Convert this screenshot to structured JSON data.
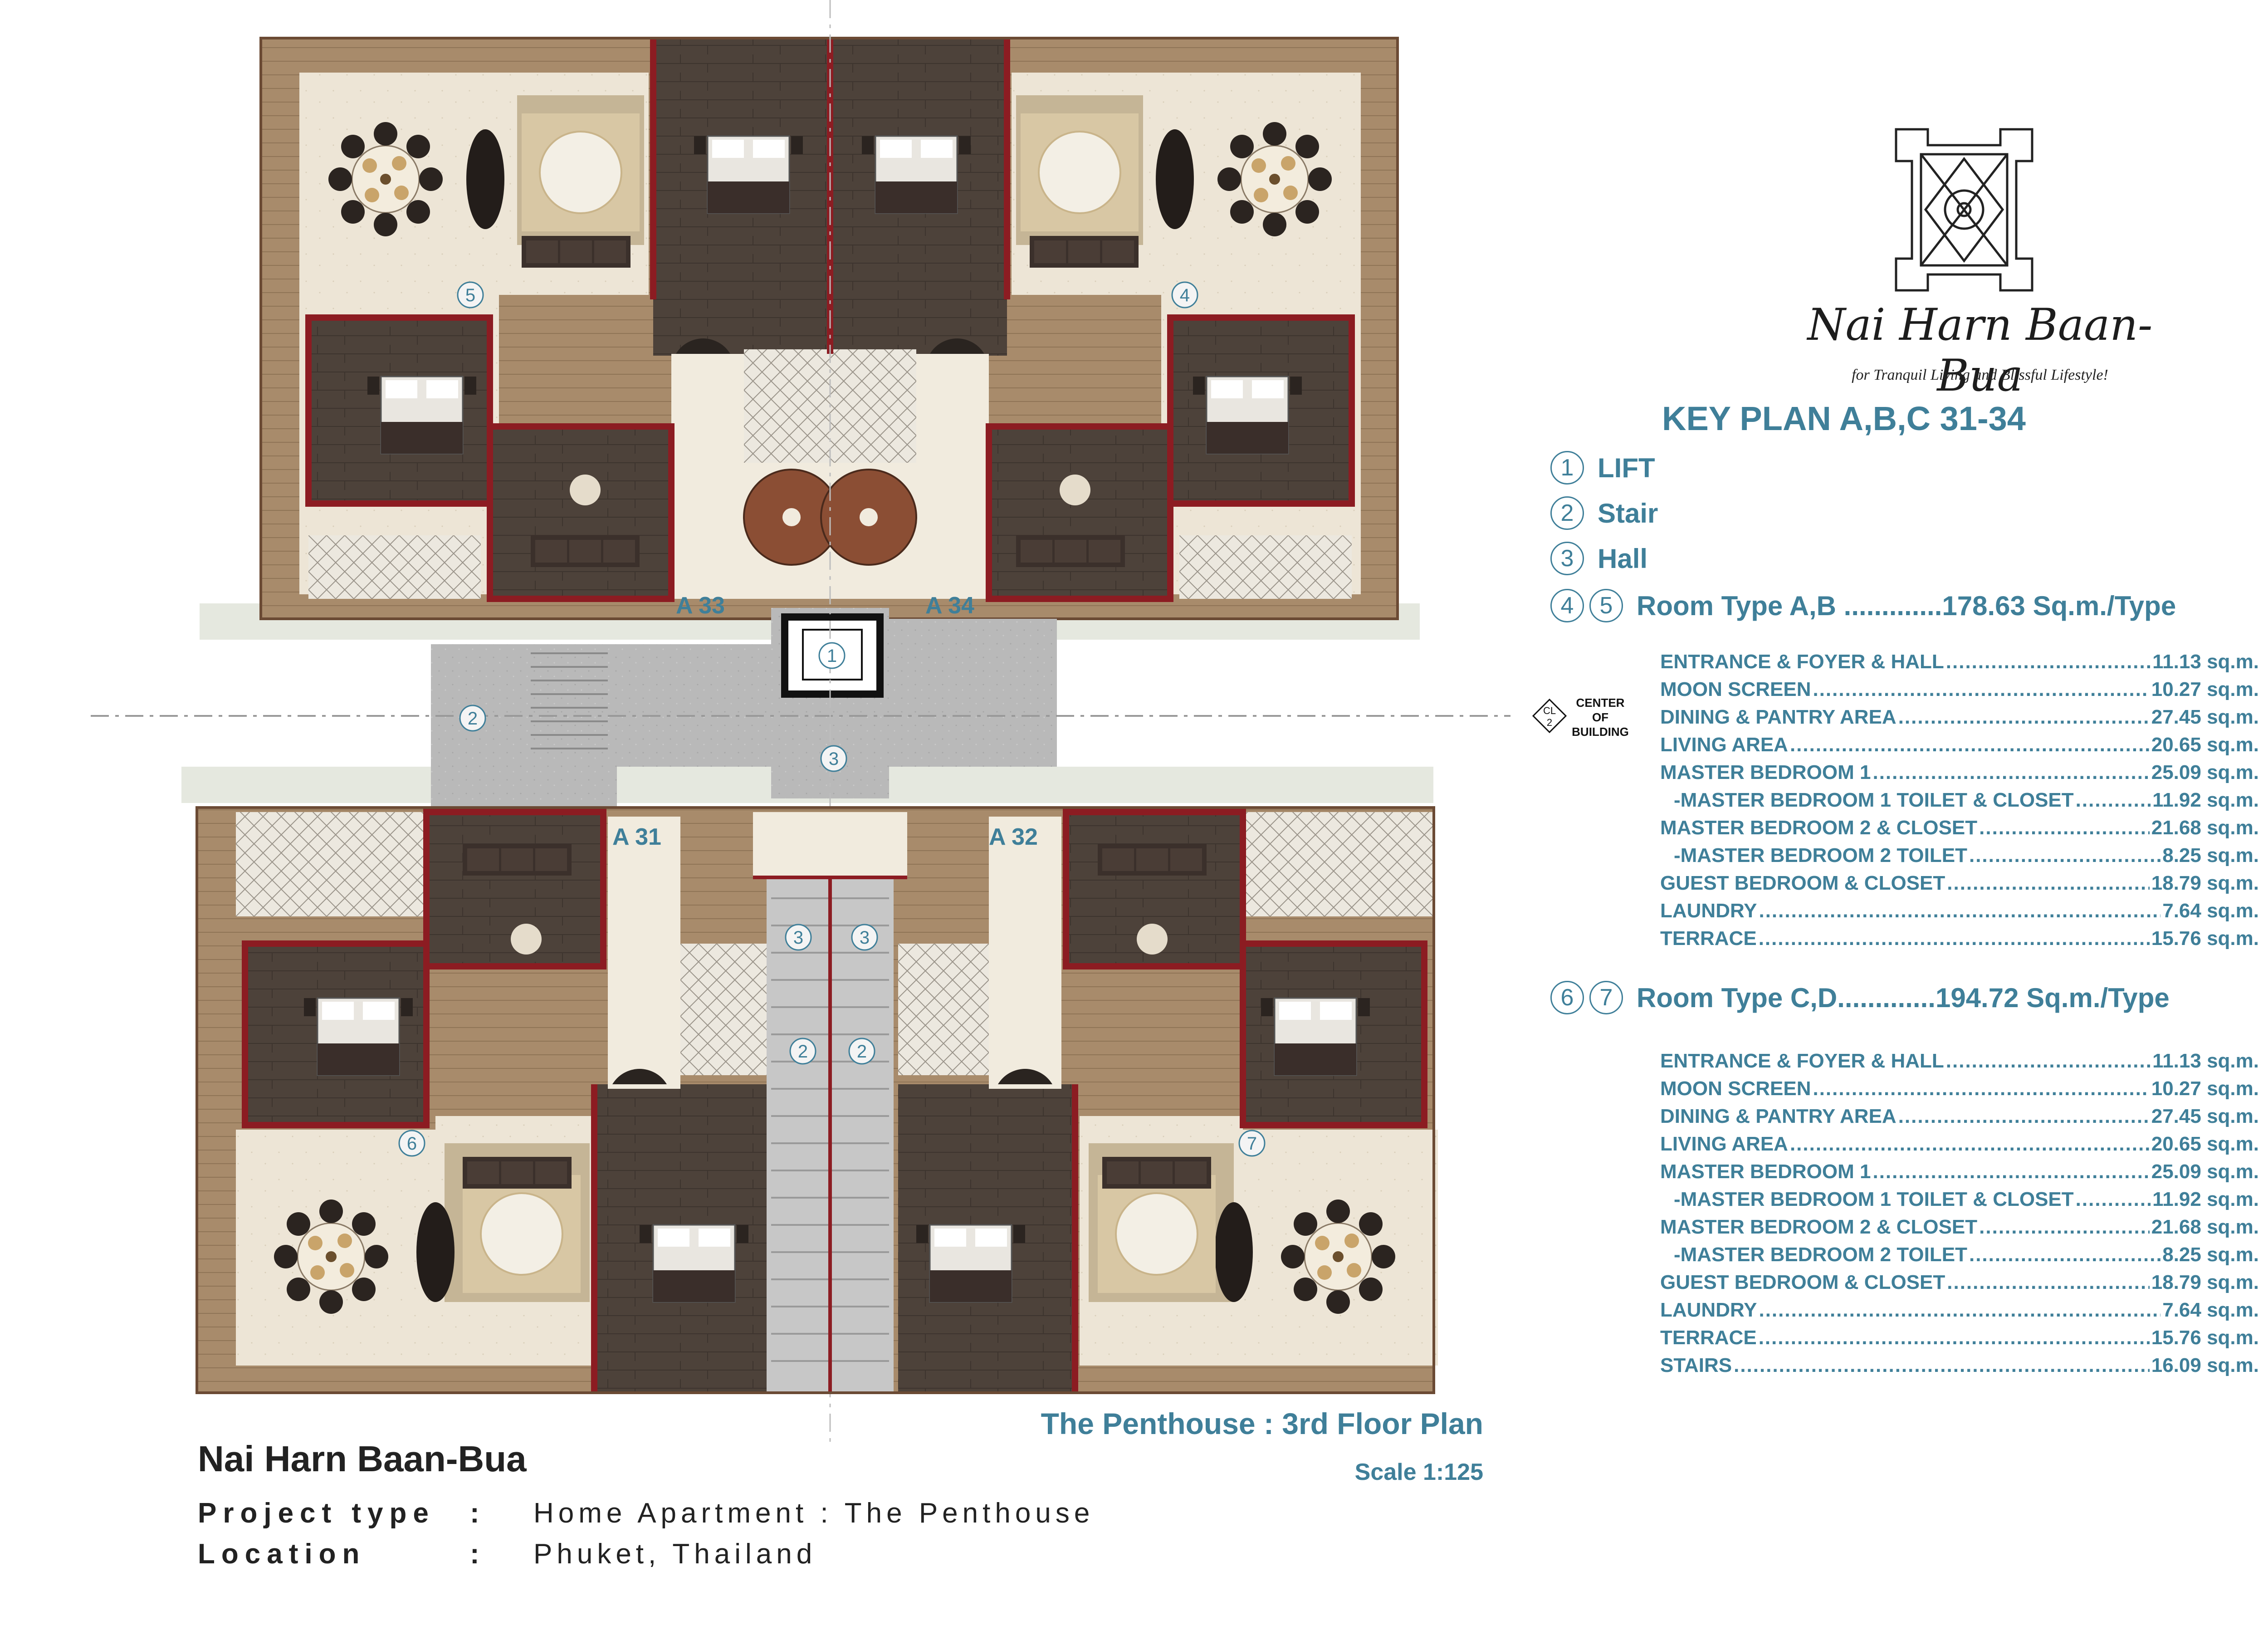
{
  "brand": {
    "name": "Nai Harn Baan-Bua",
    "tagline": "for Tranquil Living and Blissful Lifestyle!"
  },
  "key_plan": {
    "title": "KEY PLAN A,B,C 31-34",
    "legend": [
      {
        "num": "1",
        "label": "LIFT"
      },
      {
        "num": "2",
        "label": "Stair"
      },
      {
        "num": "3",
        "label": "Hall"
      }
    ],
    "type_ab": {
      "nums": [
        "4",
        "5"
      ],
      "label": "Room Type A,B .............178.63 Sq.m./Type",
      "areas": [
        {
          "name": "ENTRANCE & FOYER & HALL",
          "value": "11.13 sq.m."
        },
        {
          "name": "MOON SCREEN",
          "value": "10.27 sq.m."
        },
        {
          "name": "DINING & PANTRY AREA",
          "value": "27.45 sq.m."
        },
        {
          "name": "LIVING  AREA",
          "value": "20.65 sq.m."
        },
        {
          "name": "MASTER BEDROOM 1",
          "value": "25.09 sq.m."
        },
        {
          "name": "-MASTER BEDROOM 1 TOILET & CLOSET",
          "value": "11.92 sq.m."
        },
        {
          "name": "MASTER BEDROOM 2 & CLOSET",
          "value": "21.68 sq.m."
        },
        {
          "name": "-MASTER BEDROOM 2 TOILET",
          "value": "8.25 sq.m."
        },
        {
          "name": "GUEST BEDROOM & CLOSET",
          "value": "18.79 sq.m."
        },
        {
          "name": "LAUNDRY",
          "value": "7.64 sq.m."
        },
        {
          "name": "TERRACE",
          "value": "15.76 sq.m."
        }
      ]
    },
    "type_cd": {
      "nums": [
        "6",
        "7"
      ],
      "label": "Room Type C,D.............194.72 Sq.m./Type",
      "areas": [
        {
          "name": "ENTRANCE & FOYER & HALL",
          "value": "11.13 sq.m."
        },
        {
          "name": "MOON SCREEN",
          "value": "10.27 sq.m."
        },
        {
          "name": "DINING & PANTRY AREA",
          "value": "27.45 sq.m."
        },
        {
          "name": "LIVING  AREA",
          "value": "20.65 sq.m."
        },
        {
          "name": "MASTER BEDROOM 1",
          "value": "25.09 sq.m."
        },
        {
          "name": "-MASTER BEDROOM 1 TOILET & CLOSET",
          "value": "11.92 sq.m."
        },
        {
          "name": "MASTER BEDROOM 2 & CLOSET",
          "value": "21.68 sq.m."
        },
        {
          "name": "-MASTER BEDROOM 2 TOILET",
          "value": "8.25 sq.m."
        },
        {
          "name": "GUEST BEDROOM & CLOSET",
          "value": "18.79 sq.m."
        },
        {
          "name": "LAUNDRY",
          "value": "7.64 sq.m."
        },
        {
          "name": "TERRACE",
          "value": "15.76 sq.m."
        },
        {
          "name": "STAIRS",
          "value": "16.09 sq.m."
        }
      ]
    }
  },
  "plan": {
    "unit_labels": {
      "a31": "A 31",
      "a32": "A 32",
      "a33": "A 33",
      "a34": "A 34"
    },
    "markers": {
      "lift": "1",
      "stair": "2",
      "hall": "3",
      "type_a": "4",
      "type_b": "5",
      "type_c": "6",
      "type_d": "7"
    },
    "center_tag": "CL",
    "center_tag_sub": "2",
    "center_label": [
      "CENTER",
      "OF",
      "BUILDING"
    ]
  },
  "footer": {
    "project_name": "Nai Harn Baan-Bua",
    "plan_title": "The Penthouse : 3rd Floor Plan",
    "scale": "Scale 1:125",
    "project_type_label": "Project type",
    "project_type_value": "Home Apartment : The Penthouse",
    "location_label": "Location",
    "location_value": "Phuket, Thailand",
    "colon": ":"
  },
  "colors": {
    "accent": "#3f7f99",
    "wall": "#8c1c22",
    "floor_wood": "#4e433b",
    "terrace": "#eee6d8",
    "hall": "#bdbdbd"
  }
}
